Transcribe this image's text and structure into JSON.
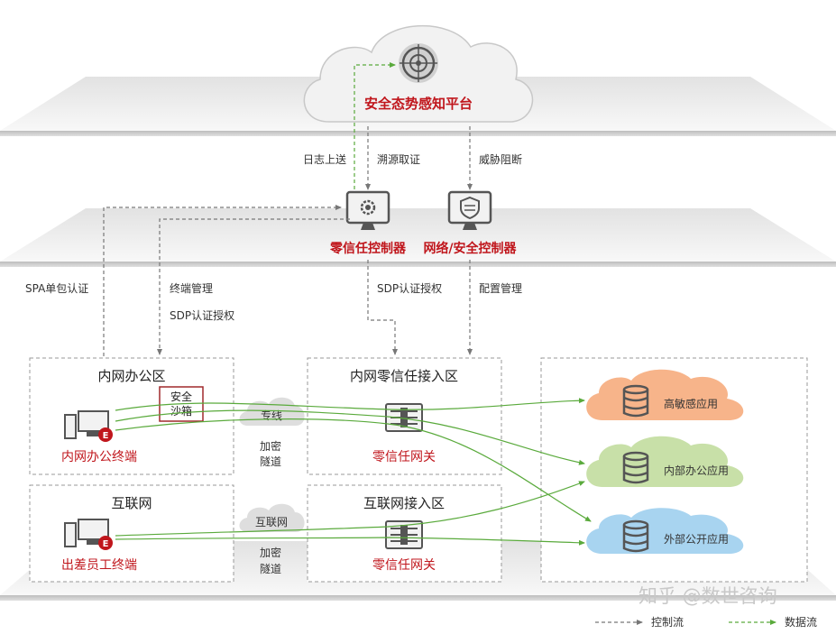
{
  "cloud_platform": {
    "label": "安全态势感知平台"
  },
  "top_arrows": {
    "log_upload": "日志上送",
    "trace_evidence": "溯源取证",
    "threat_block": "威胁阻断"
  },
  "controllers": {
    "zero_trust": "零信任控制器",
    "network_security": "网络/安全控制器"
  },
  "mid_labels": {
    "spa_auth": "SPA单包认证",
    "terminal_mgmt": "终端管理",
    "sdp_auth_1": "SDP认证授权",
    "sdp_auth_2": "SDP认证授权",
    "config_mgmt": "配置管理"
  },
  "zones": {
    "intranet_office": {
      "title": "内网办公区",
      "terminal": "内网办公终端",
      "sandbox_line1": "安全",
      "sandbox_line2": "沙箱"
    },
    "internet": {
      "title": "互联网",
      "terminal": "出差员工终端"
    },
    "intranet_access": {
      "title": "内网零信任接入区",
      "gateway": "零信任网关"
    },
    "internet_access": {
      "title": "互联网接入区",
      "gateway": "零信任网关"
    }
  },
  "tunnels": {
    "private_line": {
      "cloud": "专线",
      "line1": "加密",
      "line2": "隧道"
    },
    "internet": {
      "cloud": "互联网",
      "line1": "加密",
      "line2": "隧道"
    }
  },
  "apps": {
    "sensitive": "高敏感应用",
    "internal": "内部办公应用",
    "external": "外部公开应用"
  },
  "legend": {
    "control_flow": "控制流",
    "data_flow": "数据流"
  },
  "watermark": "知乎 @数世咨询",
  "badge": "E",
  "colors": {
    "red": "#c0161c",
    "green": "#5aaa3c",
    "gray": "#666666",
    "app_sensitive": "#f7b48a",
    "app_internal": "#c8e0a8",
    "app_external": "#a8d4f0"
  }
}
